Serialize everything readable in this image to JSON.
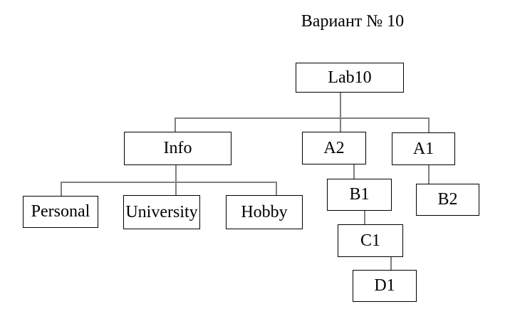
{
  "title": "Вариант № 10",
  "colors": {
    "background": "#ffffff",
    "box_border": "#000000",
    "box_fill": "#ffffff",
    "connector": "#808080",
    "text": "#000000"
  },
  "diagram": {
    "type": "tree",
    "nodes": {
      "lab10": {
        "label": "Lab10"
      },
      "info": {
        "label": "Info"
      },
      "a2": {
        "label": "A2"
      },
      "a1": {
        "label": "A1"
      },
      "personal": {
        "label": "Personal"
      },
      "university": {
        "label": "University"
      },
      "hobby": {
        "label": "Hobby"
      },
      "b1": {
        "label": "B1"
      },
      "b2": {
        "label": "B2"
      },
      "c1": {
        "label": "C1"
      },
      "d1": {
        "label": "D1"
      }
    },
    "edges": [
      {
        "from": "Lab10",
        "to": "Info"
      },
      {
        "from": "Lab10",
        "to": "A2"
      },
      {
        "from": "Lab10",
        "to": "A1"
      },
      {
        "from": "Info",
        "to": "Personal"
      },
      {
        "from": "Info",
        "to": "University"
      },
      {
        "from": "Info",
        "to": "Hobby"
      },
      {
        "from": "A2",
        "to": "B1"
      },
      {
        "from": "A1",
        "to": "B2"
      },
      {
        "from": "B1",
        "to": "C1"
      },
      {
        "from": "C1",
        "to": "D1"
      }
    ]
  }
}
